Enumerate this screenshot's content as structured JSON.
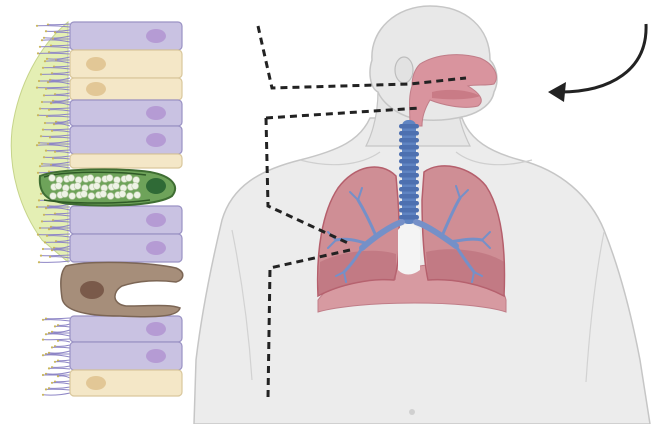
{
  "figure": {
    "panels": [
      "airway-epithelium-detail",
      "human-respiratory-system"
    ],
    "epithelium": {
      "cell_types": [
        "ciliated-cell",
        "basal-cell",
        "goblet-cell",
        "cell-with-cilia"
      ],
      "mucus_layer": true
    },
    "colors": {
      "ciliated_cell": "#c9c2e2",
      "basal_cell": "#f4e7c7",
      "nucleus_purple": "#b59bd4",
      "nucleus_tan": "#e2c796",
      "goblet_cell": "#6ea35a",
      "goblet_granules": "#eef3e6",
      "mucus": "#e4efb4",
      "cilia": "#8e86c6",
      "cilia_tips": "#c9b65a",
      "damaged_cell": "#a68e7a",
      "body": "#e8e8e8",
      "body_outline": "#c6c6c6",
      "upper_airway": "#d9949e",
      "trachea": "#5f84c2",
      "lung": "#cf8e95",
      "lung_dark": "#b55f6c",
      "bronchi": "#7590c8",
      "leader_line": "#222222",
      "arrow": "#222222"
    },
    "callouts": [
      "nasal-cavity-link",
      "trachea-link",
      "bronchi-link",
      "lower-lung-link"
    ],
    "arrow": "curved-arrow-pointing-to-nose"
  }
}
